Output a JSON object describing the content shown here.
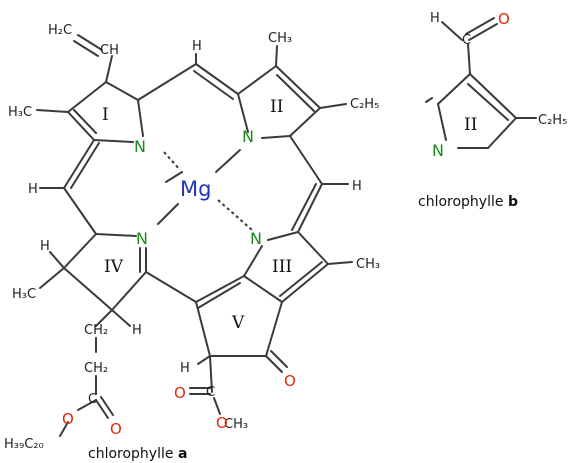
{
  "atoms": {
    "mg": "Mg",
    "n": "N",
    "o": "O",
    "h": "H",
    "ch3": "CH3",
    "c2h5": "C2H5",
    "ch2": "CH2",
    "ch": "CH",
    "c": "C",
    "h39c20": "H39C20",
    "h3c": "H3C",
    "h2c": "H2C"
  },
  "rings": {
    "I": "I",
    "II": "II",
    "III": "III",
    "IV": "IV",
    "V": "V"
  },
  "captions": {
    "chl_a_prefix": "chlorophylle ",
    "chl_a_bold": "a",
    "chl_b_prefix": "chlorophylle ",
    "chl_b_bold": "b"
  },
  "colors": {
    "nitrogen": "#1a8a1a",
    "oxygen": "#e02a0a",
    "magnesium": "#2233bb",
    "bond": "#3a3a3a"
  }
}
